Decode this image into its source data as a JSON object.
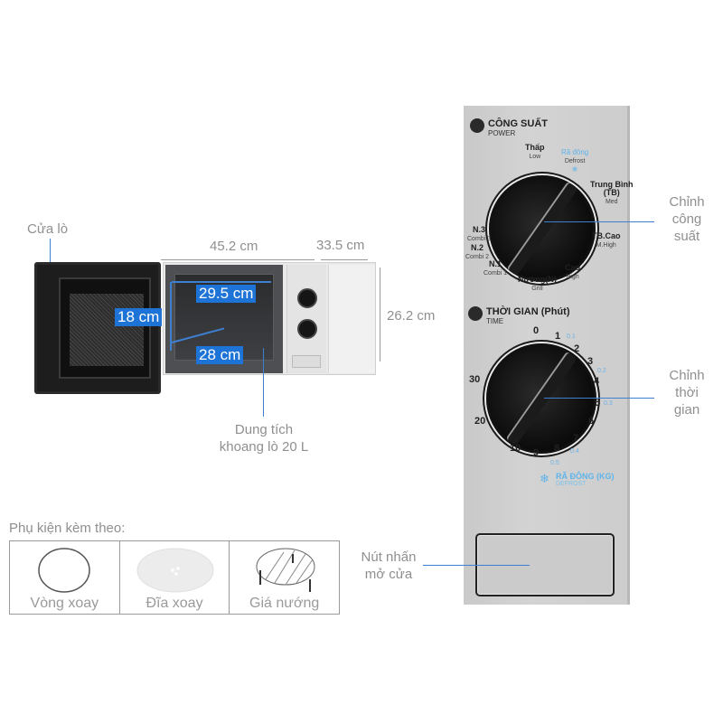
{
  "labels": {
    "door": "Cửa lò",
    "width": "45.2 cm",
    "depth": "33.5 cm",
    "height": "26.2 cm",
    "cavity_width": "29.5 cm",
    "cavity_height": "18 cm",
    "cavity_depth": "28 cm",
    "capacity_line1": "Dung tích",
    "capacity_line2": "khoang lò 20 L",
    "power_callout": [
      "Chỉnh",
      "công",
      "suất"
    ],
    "time_callout": [
      "Chỉnh",
      "thời",
      "gian"
    ],
    "door_button_callout": [
      "Nút nhấn",
      "mở cửa"
    ]
  },
  "accessories": {
    "title": "Phụ kiện kèm theo:",
    "items": [
      {
        "label": "Vòng xoay",
        "icon": "ring-icon"
      },
      {
        "label": "Đĩa xoay",
        "icon": "plate-icon"
      },
      {
        "label": "Giá nướng",
        "icon": "grill-rack-icon"
      }
    ]
  },
  "panel": {
    "power": {
      "title": "CÔNG SUẤT",
      "subtitle": "POWER",
      "settings": [
        {
          "name": "Thấp",
          "sub": "Low"
        },
        {
          "name": "Rã đông",
          "sub": "Defrost"
        },
        {
          "name": "Trung Bình (TB)",
          "name1": "Trung Bình",
          "name2": "(TB)",
          "sub": "Med"
        },
        {
          "name": "TB.Cao",
          "sub": "M.High"
        },
        {
          "name": "Cao",
          "sub": "High"
        },
        {
          "name": "Nướng(N)",
          "sub": "Grill"
        },
        {
          "name": "N.1",
          "sub": "Combi 1"
        },
        {
          "name": "N.2",
          "sub": "Combi 2"
        },
        {
          "name": "N.3",
          "sub": "Combi 3"
        }
      ]
    },
    "time": {
      "title": "THỜI GIAN (Phút)",
      "subtitle": "TIME",
      "numbers": [
        "0",
        "1",
        "2",
        "3",
        "4",
        "5",
        "6",
        "7",
        "8",
        "9",
        "10",
        "20",
        "30"
      ],
      "defrost_weights": [
        "0.1",
        "0.2",
        "0.3",
        "0.4",
        "0.5"
      ],
      "defrost_title": "RÃ ĐÔNG (KG)",
      "defrost_subtitle": "DEFROST"
    }
  },
  "colors": {
    "accent": "#1e73d6",
    "callout_line": "#3f7fd0",
    "label_text": "#8f8f8f",
    "defrost": "#5fb4ea",
    "panel": "#cfcfcf"
  }
}
